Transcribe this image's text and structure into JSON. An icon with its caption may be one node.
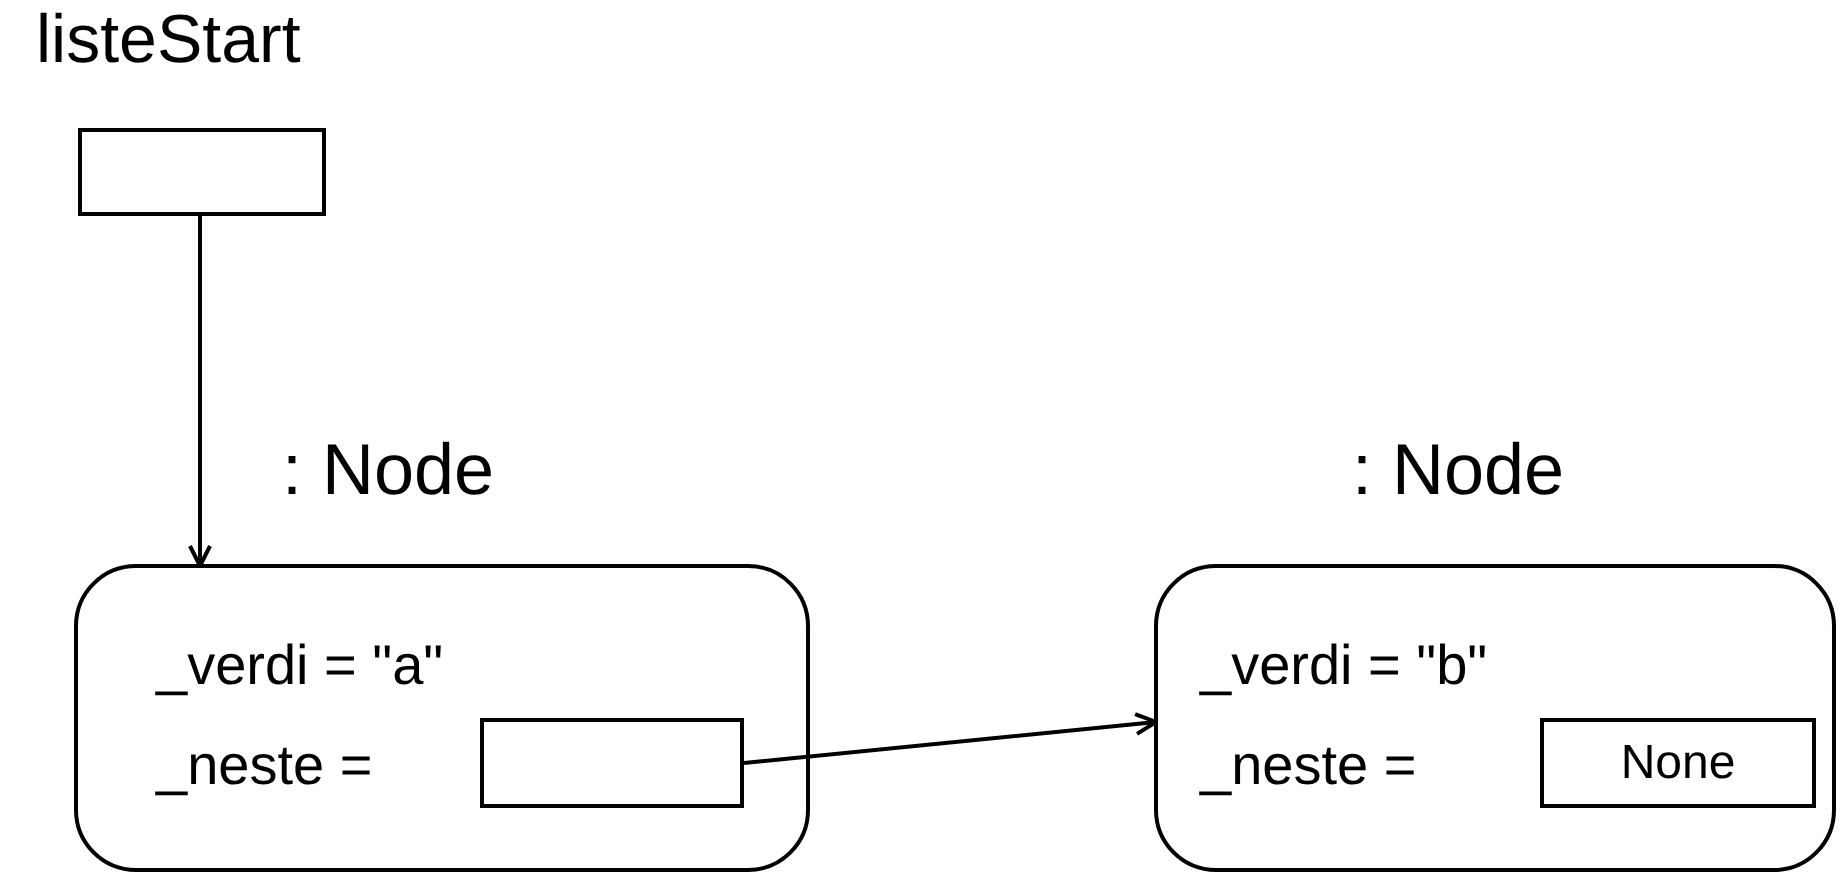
{
  "diagram": {
    "nodes": [
      {
        "text": [
          "listeStart"
        ]
      },
      {
        "text": [
          ": Node",
          "_verdi = \"a\"",
          "_neste ="
        ]
      },
      {
        "text": [],
        "shape": "box",
        "in": 1
      },
      {
        "text": [
          ": Node",
          "_verdi = \"b\"",
          "_neste ="
        ]
      },
      {
        "text": [
          "None"
        ],
        "in": 3
      }
    ],
    "edges": [
      {
        "from": 0,
        "to": 1,
        "arrow": "to"
      },
      {
        "from": 2,
        "to": 3,
        "arrow": "to"
      }
    ]
  }
}
